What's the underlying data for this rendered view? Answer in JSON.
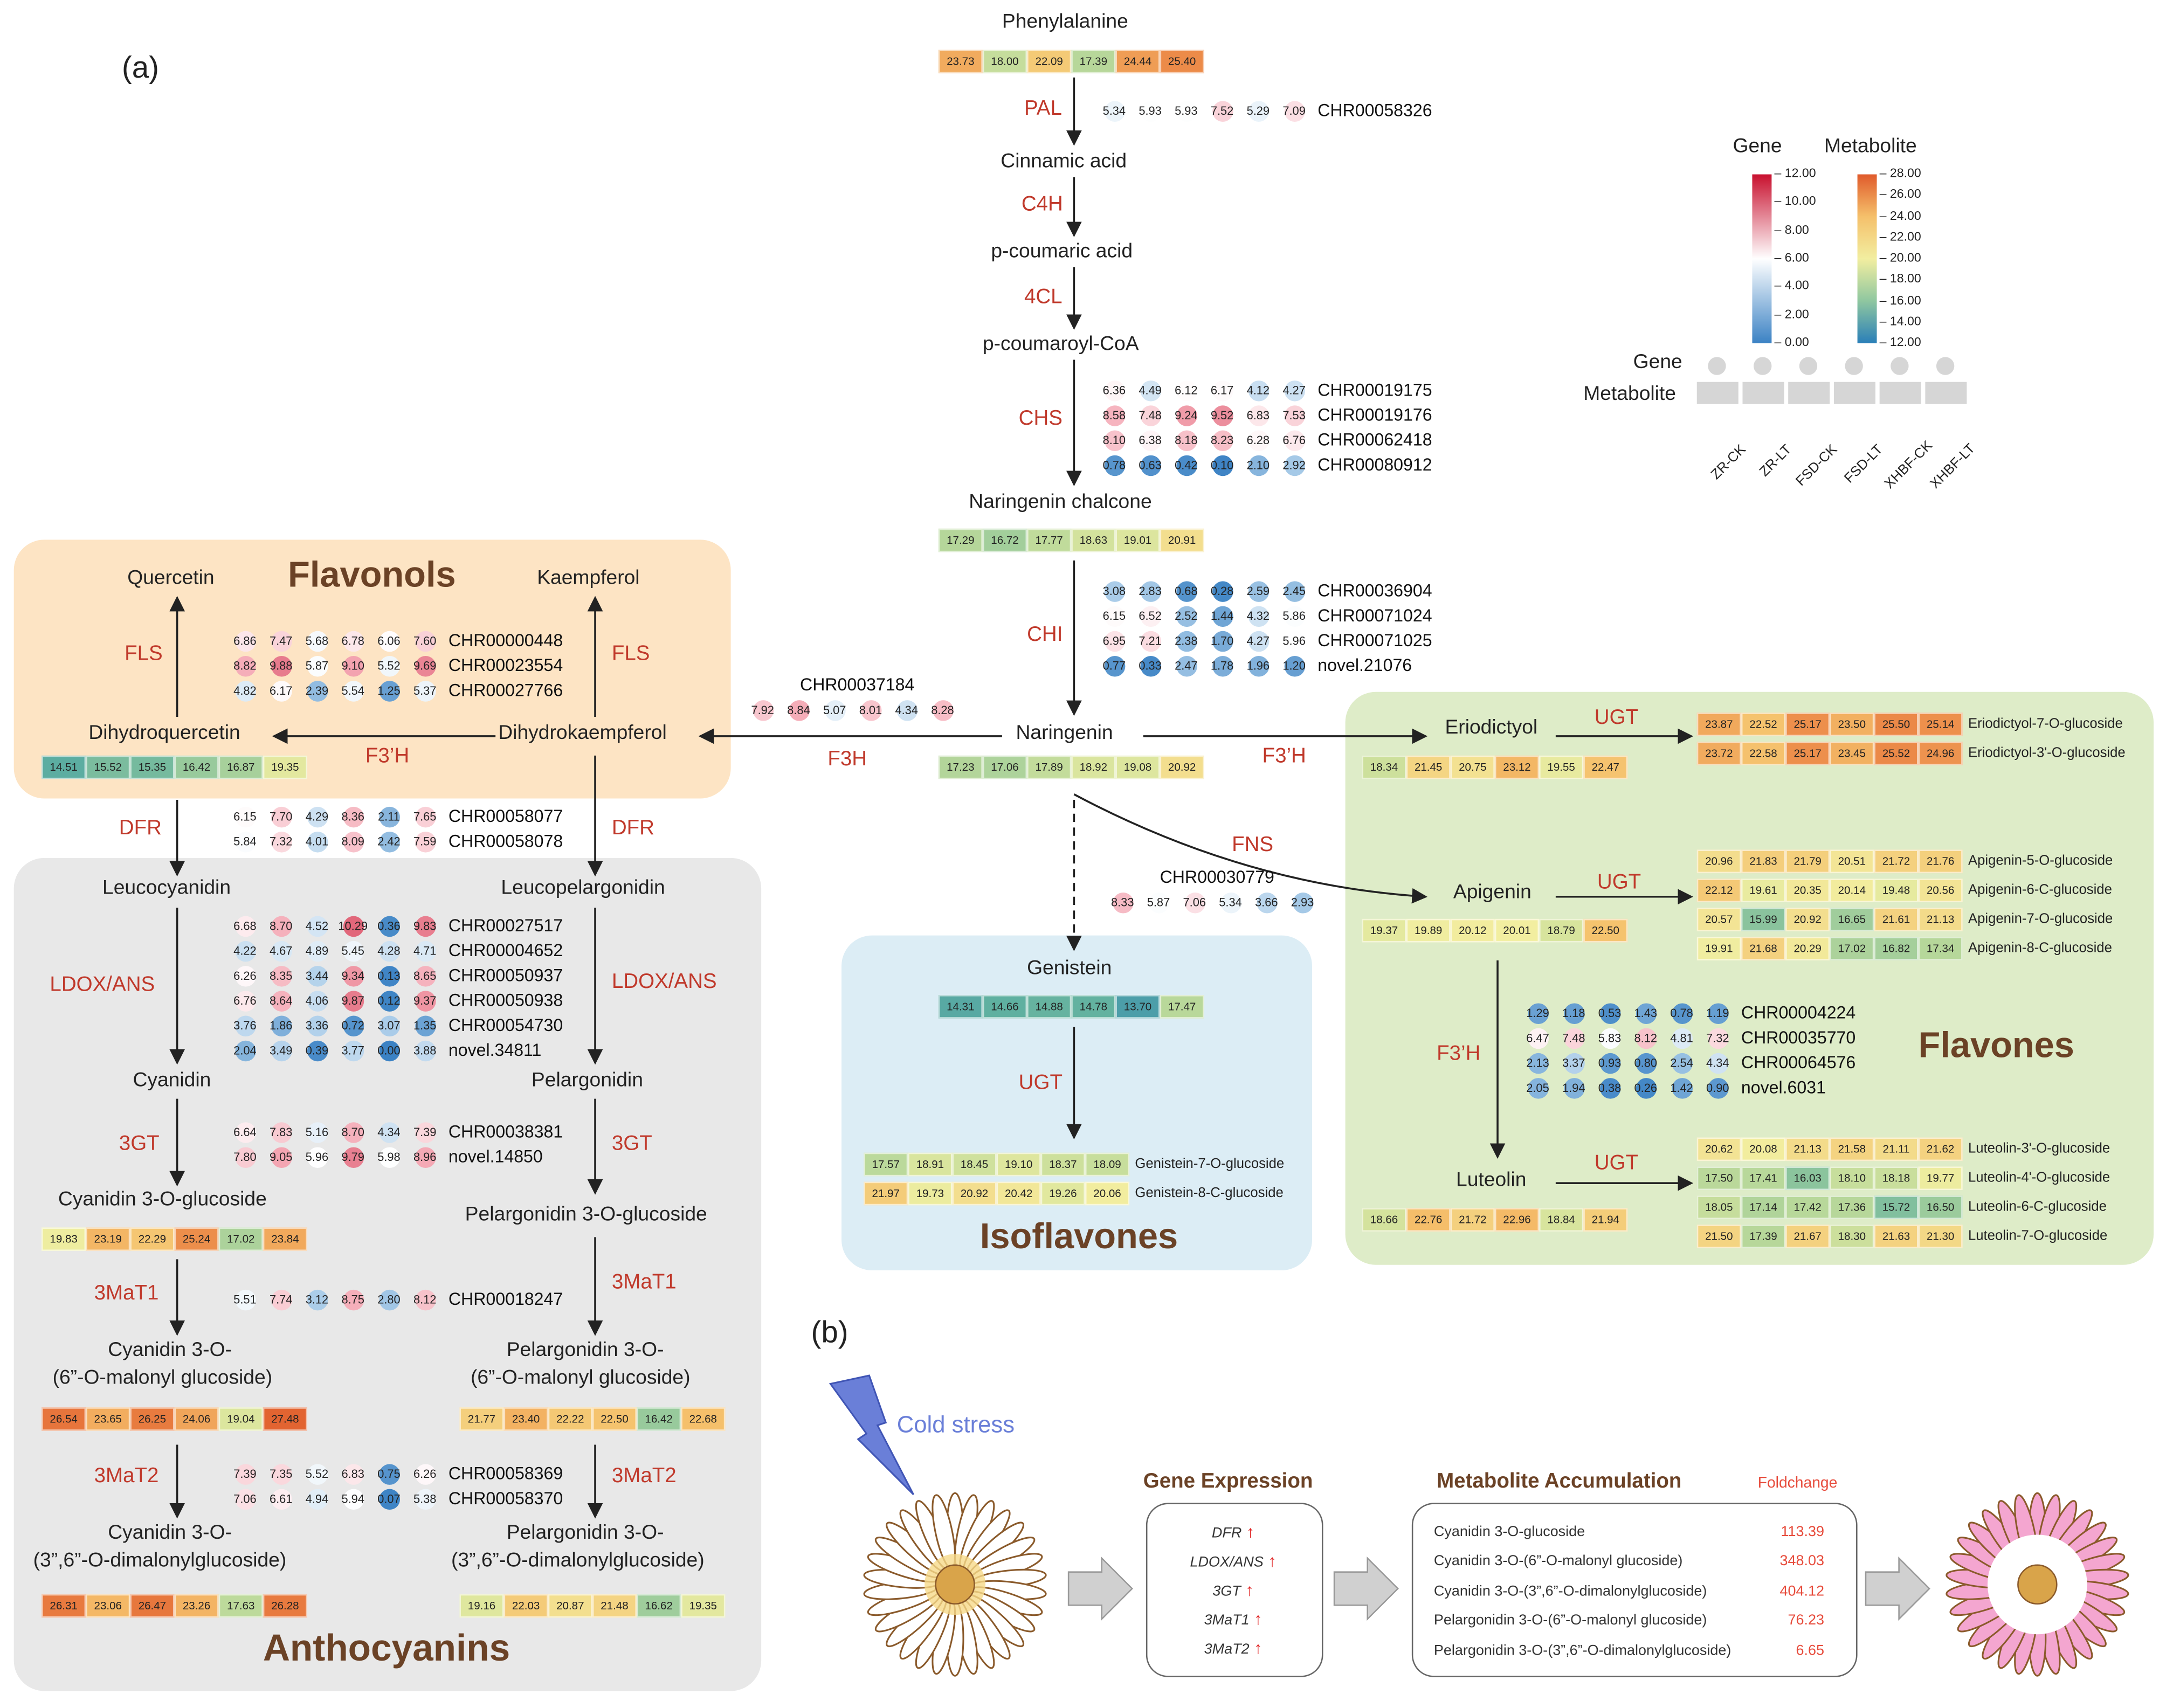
{
  "labels": {
    "a": "(a)",
    "b": "(b)"
  },
  "group_titles": {
    "flavonols": "Flavonols",
    "anthocyanins": "Anthocyanins",
    "isoflavones": "Isoflavones",
    "flavones": "Flavones"
  },
  "metabolites": {
    "phenylalanine": "Phenylalanine",
    "cinnamic": "Cinnamic acid",
    "pcoumaric": "p-coumaric acid",
    "pcoumaroyl": "p-coumaroyl-CoA",
    "chalcone": "Naringenin chalcone",
    "naringenin": "Naringenin",
    "quercetin": "Quercetin",
    "kaempferol": "Kaempferol",
    "dihydroquercetin": "Dihydroquercetin",
    "dihydrokaempferol": "Dihydrokaempferol",
    "leucocyanidin": "Leucocyanidin",
    "leucopelargonidin": "Leucopelargonidin",
    "cyanidin": "Cyanidin",
    "pelargonidin": "Pelargonidin",
    "cy3g": "Cyanidin 3-O-glucoside",
    "pg3g": "Pelargonidin 3-O-glucoside",
    "cymal_1": "Cyanidin 3-O-",
    "cymal_2": "(6”-O-malonyl glucoside)",
    "pgmal_1": "Pelargonidin 3-O-",
    "pgmal_2": "(6”-O-malonyl glucoside)",
    "cydimal_1": "Cyanidin 3-O-",
    "cydimal_2": "(3”,6”-O-dimalonylglucoside)",
    "pgdimal_1": "Pelargonidin 3-O-",
    "pgdimal_2": "(3”,6”-O-dimalonylglucoside)",
    "genistein": "Genistein",
    "eriodictyol": "Eriodictyol",
    "apigenin": "Apigenin",
    "luteolin": "Luteolin"
  },
  "enzymes": {
    "PAL": "PAL",
    "C4H": "C4H",
    "4CL": "4CL",
    "CHS": "CHS",
    "CHI": "CHI",
    "F3H": "F3H",
    "F3pH": "F3’H",
    "FLS": "FLS",
    "DFR": "DFR",
    "LDOX": "LDOX/ANS",
    "3GT": "3GT",
    "3MaT1": "3MaT1",
    "3MaT2": "3MaT2",
    "FNS": "FNS",
    "UGT": "UGT"
  },
  "metabolite_values": {
    "phenylalanine": [
      23.73,
      18.0,
      22.09,
      17.39,
      24.44,
      25.4
    ],
    "chalcone": [
      17.29,
      16.72,
      17.77,
      18.63,
      19.01,
      20.91
    ],
    "naringenin": [
      17.23,
      17.06,
      17.89,
      18.92,
      19.08,
      20.92
    ],
    "dihydroquercetin": [
      14.51,
      15.52,
      15.35,
      16.42,
      16.87,
      19.35
    ],
    "cy3g": [
      19.83,
      23.19,
      22.29,
      25.24,
      17.02,
      23.84
    ],
    "cymal": [
      26.54,
      23.65,
      26.25,
      24.06,
      19.04,
      27.48
    ],
    "pgmal": [
      21.77,
      23.4,
      22.22,
      22.5,
      16.42,
      22.68
    ],
    "cydimal": [
      26.31,
      23.06,
      26.47,
      23.26,
      17.63,
      26.28
    ],
    "pgdimal": [
      19.16,
      22.03,
      20.87,
      21.48,
      16.62,
      19.35
    ],
    "genistein": [
      14.31,
      14.66,
      14.88,
      14.78,
      13.7,
      17.47
    ],
    "genistein_glc": [
      [
        17.57,
        18.91,
        18.45,
        19.1,
        18.37,
        18.09
      ],
      [
        21.97,
        19.73,
        20.92,
        20.42,
        19.26,
        20.06
      ]
    ],
    "eriodictyol": [
      18.34,
      21.45,
      20.75,
      23.12,
      19.55,
      22.47
    ],
    "eriodictyol_glc": [
      [
        23.87,
        22.52,
        25.17,
        23.5,
        25.5,
        25.14
      ],
      [
        23.72,
        22.58,
        25.17,
        23.45,
        25.52,
        24.96
      ]
    ],
    "apigenin": [
      19.37,
      19.89,
      20.12,
      20.01,
      18.79,
      22.5
    ],
    "apigenin_glc": [
      [
        20.96,
        21.83,
        21.79,
        20.51,
        21.72,
        21.76
      ],
      [
        22.12,
        19.61,
        20.35,
        20.14,
        19.48,
        20.56
      ],
      [
        20.57,
        15.99,
        20.92,
        16.65,
        21.61,
        21.13
      ],
      [
        19.91,
        21.68,
        20.29,
        17.02,
        16.82,
        17.34
      ]
    ],
    "luteolin": [
      18.66,
      22.76,
      21.72,
      22.96,
      18.84,
      21.94
    ],
    "luteolin_glc": [
      [
        20.62,
        20.08,
        21.13,
        21.58,
        21.11,
        21.62
      ],
      [
        17.5,
        17.41,
        16.03,
        18.1,
        18.18,
        19.77
      ],
      [
        18.05,
        17.14,
        17.42,
        17.36,
        15.72,
        16.5
      ],
      [
        21.5,
        17.39,
        21.67,
        18.3,
        21.63,
        21.3
      ]
    ]
  },
  "glycoside_names": {
    "genistein": [
      "Genistein-7-O-glucoside",
      "Genistein-8-C-glucoside"
    ],
    "eriodictyol": [
      "Eriodictyol-7-O-glucoside",
      "Eriodictyol-3'-O-glucoside"
    ],
    "apigenin": [
      "Apigenin-5-O-glucoside",
      "Apigenin-6-C-glucoside",
      "Apigenin-7-O-glucoside",
      "Apigenin-8-C-glucoside"
    ],
    "luteolin": [
      "Luteolin-3'-O-glucoside",
      "Luteolin-4'-O-glucoside",
      "Luteolin-6-C-glucoside",
      "Luteolin-7-O-glucoside"
    ]
  },
  "gene_groups": {
    "PAL": [
      {
        "id": "CHR00058326",
        "v": [
          5.34,
          5.93,
          5.93,
          7.52,
          5.29,
          7.09
        ]
      }
    ],
    "CHS": [
      {
        "id": "CHR00019175",
        "v": [
          6.36,
          4.49,
          6.12,
          6.17,
          4.12,
          4.27
        ]
      },
      {
        "id": "CHR00019176",
        "v": [
          8.58,
          7.48,
          9.24,
          9.52,
          6.83,
          7.53
        ]
      },
      {
        "id": "CHR00062418",
        "v": [
          8.1,
          6.38,
          8.18,
          8.23,
          6.28,
          6.76
        ]
      },
      {
        "id": "CHR00080912",
        "v": [
          0.78,
          0.63,
          0.42,
          0.1,
          2.1,
          2.92
        ]
      }
    ],
    "CHI": [
      {
        "id": "CHR00036904",
        "v": [
          3.08,
          2.83,
          0.68,
          0.28,
          2.59,
          2.45
        ]
      },
      {
        "id": "CHR00071024",
        "v": [
          6.15,
          6.52,
          2.52,
          1.44,
          4.32,
          5.86
        ]
      },
      {
        "id": "CHR00071025",
        "v": [
          6.95,
          7.21,
          2.38,
          1.7,
          4.27,
          5.96
        ]
      },
      {
        "id": "novel.21076",
        "v": [
          0.77,
          0.33,
          2.47,
          1.78,
          1.96,
          1.2
        ]
      }
    ],
    "F3H": [
      {
        "id": "CHR00037184",
        "v": [
          7.92,
          8.84,
          5.07,
          8.01,
          4.34,
          8.28
        ]
      }
    ],
    "FLS": [
      {
        "id": "CHR00000448",
        "v": [
          6.86,
          7.47,
          5.68,
          6.78,
          6.06,
          7.6
        ]
      },
      {
        "id": "CHR00023554",
        "v": [
          8.82,
          9.88,
          5.87,
          9.1,
          5.52,
          9.69
        ]
      },
      {
        "id": "CHR00027766",
        "v": [
          4.82,
          6.17,
          2.39,
          5.54,
          1.25,
          5.37
        ]
      }
    ],
    "DFR": [
      {
        "id": "CHR00058077",
        "v": [
          6.15,
          7.7,
          4.29,
          8.36,
          2.11,
          7.65
        ]
      },
      {
        "id": "CHR00058078",
        "v": [
          5.84,
          7.32,
          4.01,
          8.09,
          2.42,
          7.59
        ]
      }
    ],
    "LDOX": [
      {
        "id": "CHR00027517",
        "v": [
          6.68,
          8.7,
          4.52,
          10.29,
          0.36,
          9.83
        ]
      },
      {
        "id": "CHR00004652",
        "v": [
          4.22,
          4.67,
          4.89,
          5.45,
          4.28,
          4.71
        ]
      },
      {
        "id": "CHR00050937",
        "v": [
          6.26,
          8.35,
          3.44,
          9.34,
          0.13,
          8.65
        ]
      },
      {
        "id": "CHR00050938",
        "v": [
          6.76,
          8.64,
          4.06,
          9.87,
          0.12,
          9.37
        ]
      },
      {
        "id": "CHR00054730",
        "v": [
          3.76,
          1.86,
          3.36,
          0.72,
          3.07,
          1.35
        ]
      },
      {
        "id": "novel.34811",
        "v": [
          2.04,
          3.49,
          0.39,
          3.77,
          0.0,
          3.88
        ]
      }
    ],
    "3GT": [
      {
        "id": "CHR00038381",
        "v": [
          6.64,
          7.83,
          5.16,
          8.7,
          4.34,
          7.39
        ]
      },
      {
        "id": "novel.14850",
        "v": [
          7.8,
          9.05,
          5.96,
          9.79,
          5.98,
          8.96
        ]
      }
    ],
    "3MaT1": [
      {
        "id": "CHR00018247",
        "v": [
          5.51,
          7.74,
          3.12,
          8.75,
          2.8,
          8.12
        ]
      }
    ],
    "3MaT2": [
      {
        "id": "CHR00058369",
        "v": [
          7.39,
          7.35,
          5.52,
          6.83,
          0.75,
          6.26
        ]
      },
      {
        "id": "CHR00058370",
        "v": [
          7.06,
          6.61,
          4.94,
          5.94,
          0.07,
          5.38
        ]
      }
    ],
    "FNS": [
      {
        "id": "CHR00030779",
        "v": [
          8.33,
          5.87,
          7.06,
          5.34,
          3.66,
          2.93
        ]
      }
    ],
    "F3pH": [
      {
        "id": "CHR00004224",
        "v": [
          1.29,
          1.18,
          0.53,
          1.43,
          0.78,
          1.19
        ]
      },
      {
        "id": "CHR00035770",
        "v": [
          6.47,
          7.48,
          5.83,
          8.12,
          4.81,
          7.32
        ]
      },
      {
        "id": "CHR00064576",
        "v": [
          2.13,
          3.37,
          0.93,
          0.8,
          2.54,
          4.34
        ]
      },
      {
        "id": "novel.6031",
        "v": [
          2.05,
          1.94,
          0.38,
          0.26,
          1.42,
          0.9
        ]
      }
    ]
  },
  "legend": {
    "gene_title": "Gene",
    "metabolite_title": "Metabolite",
    "gene_ticks": [
      "12.00",
      "10.00",
      "8.00",
      "6.00",
      "4.00",
      "2.00",
      "0.00"
    ],
    "metabolite_ticks": [
      "28.00",
      "26.00",
      "24.00",
      "22.00",
      "20.00",
      "18.00",
      "16.00",
      "14.00",
      "12.00"
    ],
    "row_gene": "Gene",
    "row_metabolite": "Metabolite",
    "samples": [
      "ZR-CK",
      "ZR-LT",
      "FSD-CK",
      "FSD-LT",
      "XHBF-CK",
      "XHBF-LT"
    ]
  },
  "colors": {
    "gene_low": "#3b82c4",
    "gene_mid": "#ffffff",
    "gene_high": "#c8102e",
    "flavonols_bg": "#fde4c4",
    "anthocyanins_bg": "#e8e8e8",
    "isoflavones_bg": "#dcedf5",
    "flavones_bg": "#deecc8",
    "title": "#6b4226",
    "enzyme": "#c0392b"
  },
  "panel_b": {
    "cold_stress": "Cold stress",
    "gene_expression_title": "Gene Expression",
    "genes": [
      "DFR",
      "LDOX/ANS",
      "3GT",
      "3MaT1",
      "3MaT2"
    ],
    "metabolite_title": "Metabolite Accumulation",
    "foldchange_title": "Foldchange",
    "metabolites": [
      {
        "name": "Cyanidin 3-O-glucoside",
        "fc": "113.39"
      },
      {
        "name": "Cyanidin 3-O-(6”-O-malonyl glucoside)",
        "fc": "348.03"
      },
      {
        "name": "Cyanidin 3-O-(3”,6”-O-dimalonylglucoside)",
        "fc": "404.12"
      },
      {
        "name": "Pelargonidin 3-O-(6”-O-malonyl glucoside)",
        "fc": "76.23"
      },
      {
        "name": "Pelargonidin 3-O-(3”,6”-O-dimalonylglucoside)",
        "fc": "6.65"
      }
    ]
  }
}
